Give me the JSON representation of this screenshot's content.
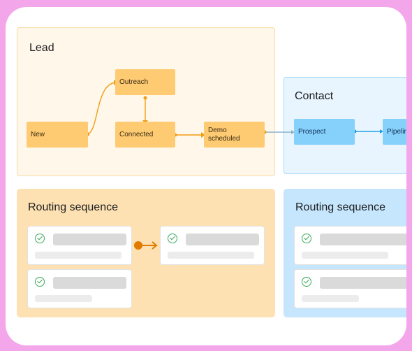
{
  "lead": {
    "title": "Lead",
    "stages": [
      "New",
      "Outreach",
      "Connected",
      "Demo scheduled"
    ]
  },
  "contact": {
    "title": "Contact",
    "stages": [
      "Prospect",
      "Pipeline"
    ]
  },
  "routing": [
    {
      "title": "Routing sequence"
    },
    {
      "title": "Routing sequence"
    }
  ],
  "colors": {
    "background": "#f3a6ea",
    "lead_panel": "#fff7ea",
    "lead_node": "#fecb73",
    "lead_edge": "#f29d12",
    "contact_panel": "#e8f5fe",
    "contact_node": "#86d1fb",
    "contact_edge": "#1aa0e8",
    "routing_orange": "#fde1b3",
    "routing_blue": "#c5e6fc",
    "check": "#3aa85a"
  },
  "icons": [
    "check-circle-icon",
    "arrow-right-icon"
  ]
}
